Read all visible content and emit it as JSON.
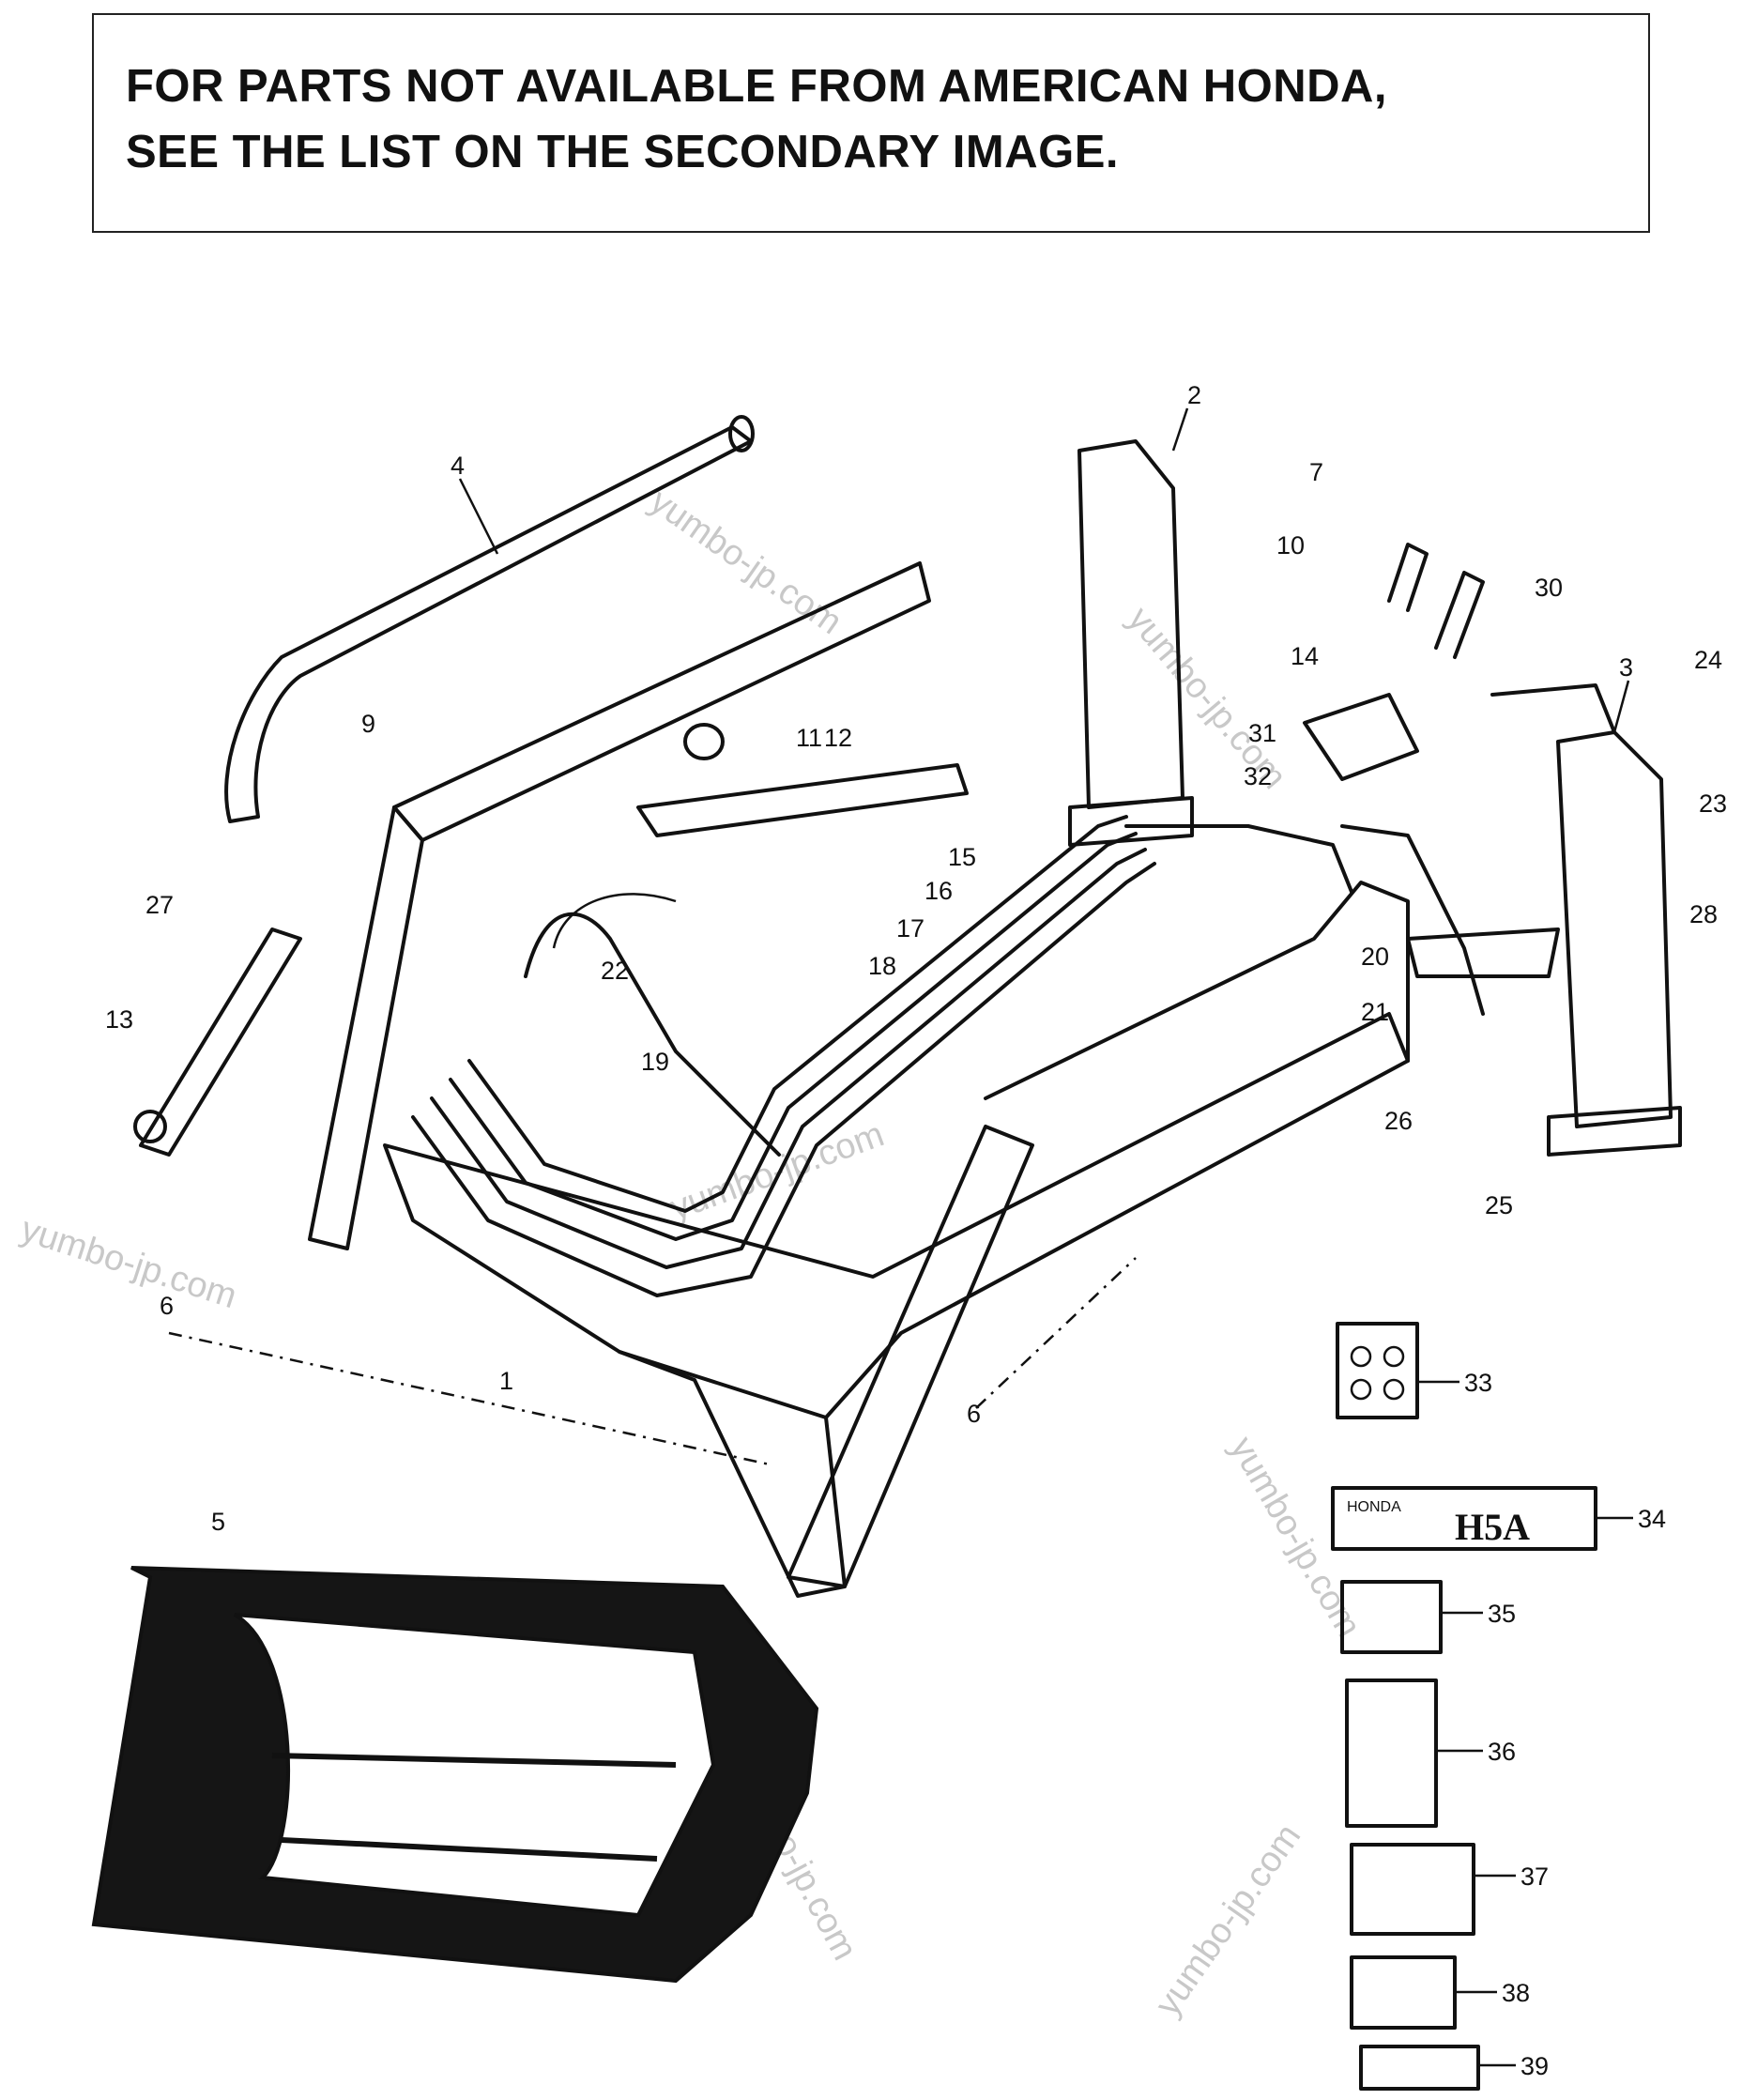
{
  "notice": {
    "line1": "FOR PARTS NOT AVAILABLE FROM AMERICAN HONDA,",
    "line2": "SEE THE LIST ON THE SECONDARY IMAGE."
  },
  "callouts": [
    "1",
    "2",
    "3",
    "4",
    "5",
    "6",
    "6",
    "7",
    "9",
    "10",
    "11",
    "12",
    "13",
    "14",
    "15",
    "16",
    "17",
    "18",
    "19",
    "20",
    "21",
    "22",
    "23",
    "24",
    "25",
    "26",
    "27",
    "28",
    "30",
    "31",
    "32",
    "33",
    "34",
    "35",
    "36",
    "37",
    "38",
    "39"
  ],
  "watermark": "yumbo-jp.com",
  "decal_34": {
    "brand": "HONDA",
    "model": "H5A"
  }
}
